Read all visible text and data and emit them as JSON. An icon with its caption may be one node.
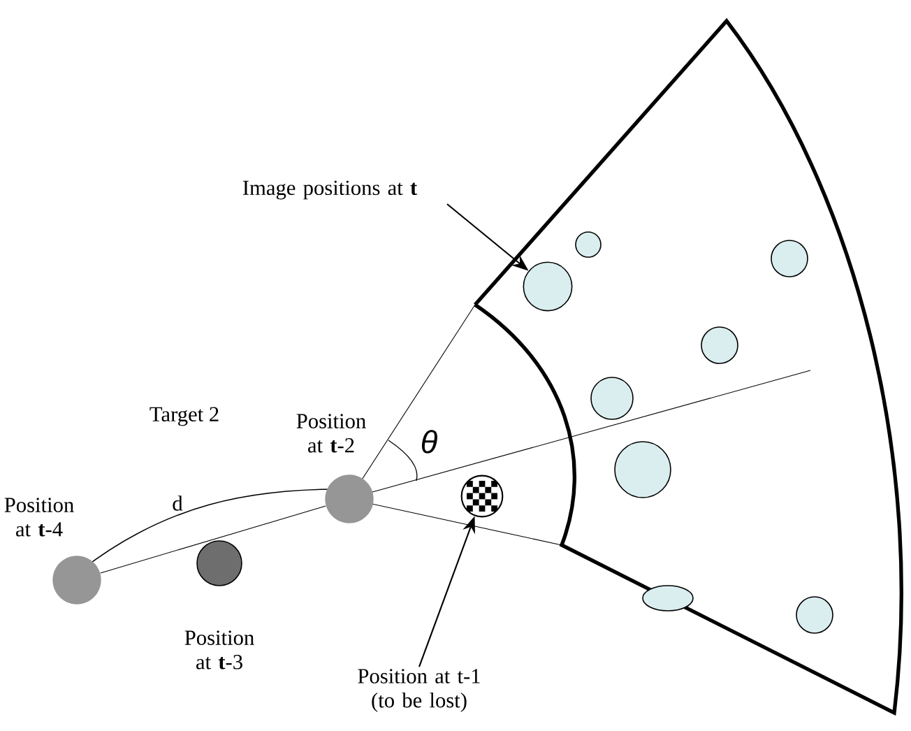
{
  "diagram": {
    "nodes": [
      {
        "text": [
          "Image positions at **t**"
        ]
      },
      {
        "text": [],
        "shape": "circle"
      },
      {
        "text": [],
        "shape": "circle",
        "beside": [
          "Position at **t**-4"
        ]
      },
      {
        "text": [],
        "shape": "circle",
        "beside": [
          "Position at **t**-2"
        ]
      },
      {
        "text": [],
        "shape": "circle",
        "beside": [
          "Position at **t**-3"
        ]
      },
      {
        "text": [],
        "shape": "circle"
      },
      {
        "text": [
          "Position at t-1 (to be lost)"
        ]
      }
    ],
    "edges": [
      {
        "from": 0,
        "to": 1,
        "arrow": "to"
      },
      {
        "from": 2,
        "to": 3,
        "arrow": "none"
      },
      {
        "from": 6,
        "to": 5,
        "arrow": "to"
      }
    ],
    "labels": [
      "Target 2",
      "d",
      "θ"
    ]
  }
}
